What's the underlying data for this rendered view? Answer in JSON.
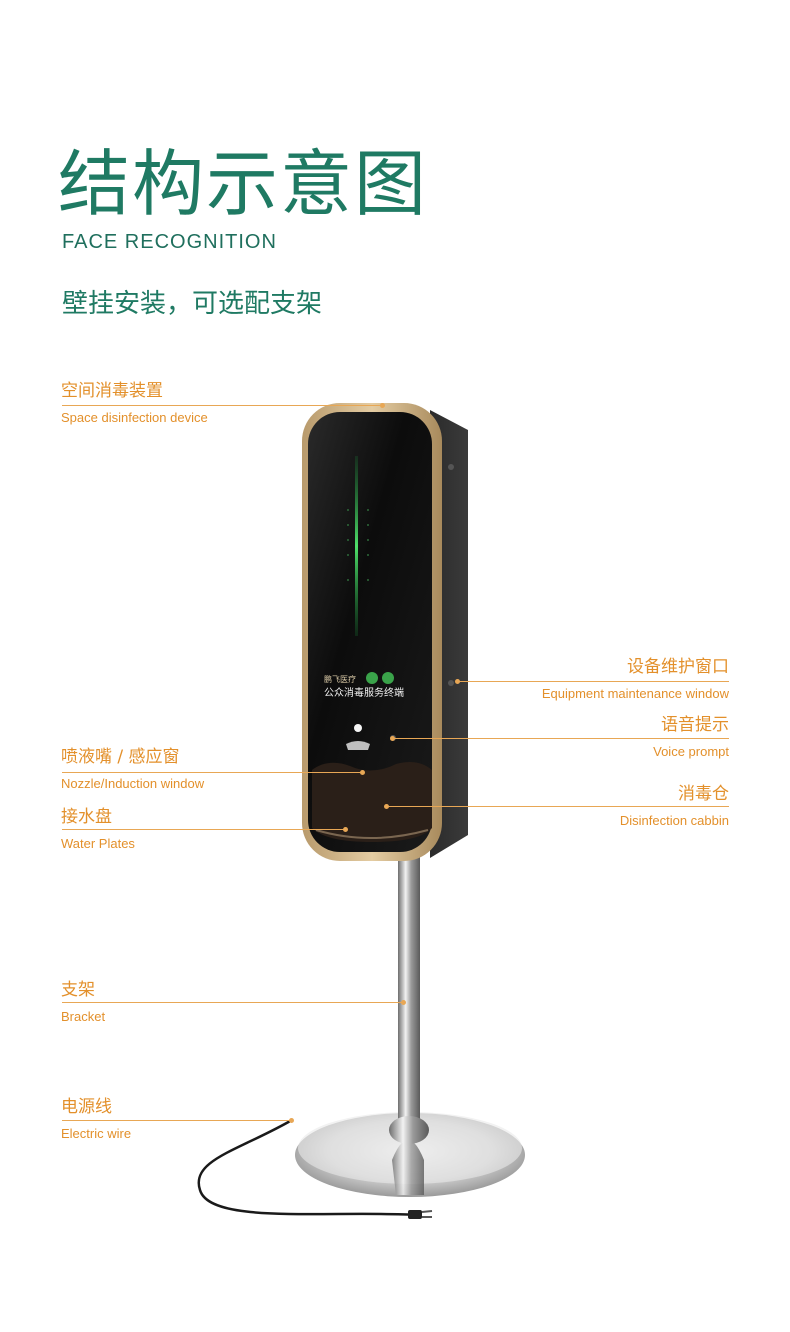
{
  "header": {
    "title_cn": "结构示意图",
    "title_en": "FACE RECOGNITION",
    "subtitle": "壁挂安装，可选配支架"
  },
  "device_text": {
    "brand": "鹏飞医疗",
    "panel": "公众消毒服务终端"
  },
  "callouts": {
    "space": {
      "cn": "空间消毒装置",
      "en": "Space disinfection device"
    },
    "nozzle": {
      "cn": "喷液嘴 / 感应窗",
      "en": "Nozzle/Induction window"
    },
    "water": {
      "cn": "接水盘",
      "en": "Water Plates"
    },
    "bracket": {
      "cn": "支架",
      "en": "Bracket"
    },
    "wire": {
      "cn": "电源线",
      "en": "Electric wire"
    },
    "maint": {
      "cn": "设备维护窗口",
      "en": "Equipment maintenance window"
    },
    "voice": {
      "cn": "语音提示",
      "en": "Voice prompt"
    },
    "cabin": {
      "cn": "消毒仓",
      "en": "Disinfection cabbin"
    }
  },
  "colors": {
    "title_green": "#1f7a63",
    "callout_orange": "#e3902b",
    "frame_gold": "#c9a878"
  }
}
